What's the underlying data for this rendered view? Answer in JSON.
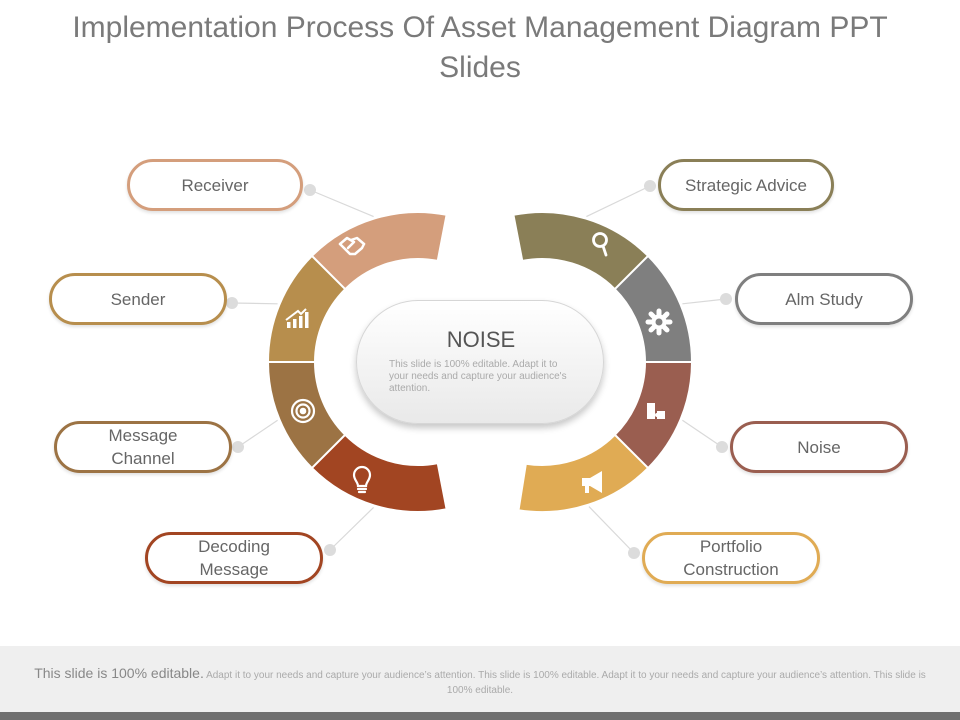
{
  "title": "Implementation Process Of Asset Management Diagram PPT Slides",
  "center": {
    "title": "NOISE",
    "text": "This slide is 100% editable. Adapt it to your needs and capture your audience's attention."
  },
  "left_items": [
    {
      "label": "Receiver",
      "color": "#d49e7c",
      "icon": "handshake-icon"
    },
    {
      "label": "Sender",
      "color": "#b78e4d",
      "icon": "growth-chart-icon"
    },
    {
      "label": "Message Channel",
      "color": "#9c7344",
      "icon": "target-icon"
    },
    {
      "label": "Decoding Message",
      "color": "#a24522",
      "icon": "lightbulb-icon"
    }
  ],
  "right_items": [
    {
      "label": "Strategic Advice",
      "color": "#8a7f57",
      "icon": "magnifier-icon"
    },
    {
      "label": "Alm Study",
      "color": "#7f7f7f",
      "icon": "gear-icon"
    },
    {
      "label": "Noise",
      "color": "#9a5e50",
      "icon": "puzzle-icon"
    },
    {
      "label": "Portfolio Construction",
      "color": "#e0ab54",
      "icon": "megaphone-icon"
    }
  ],
  "footer": {
    "lead": "This slide is 100% editable.",
    "text": "Adapt it to your needs and capture your audience’s attention. This slide is 100% editable. Adapt it to your needs and capture your audience’s attention. This slide is 100% editable."
  }
}
